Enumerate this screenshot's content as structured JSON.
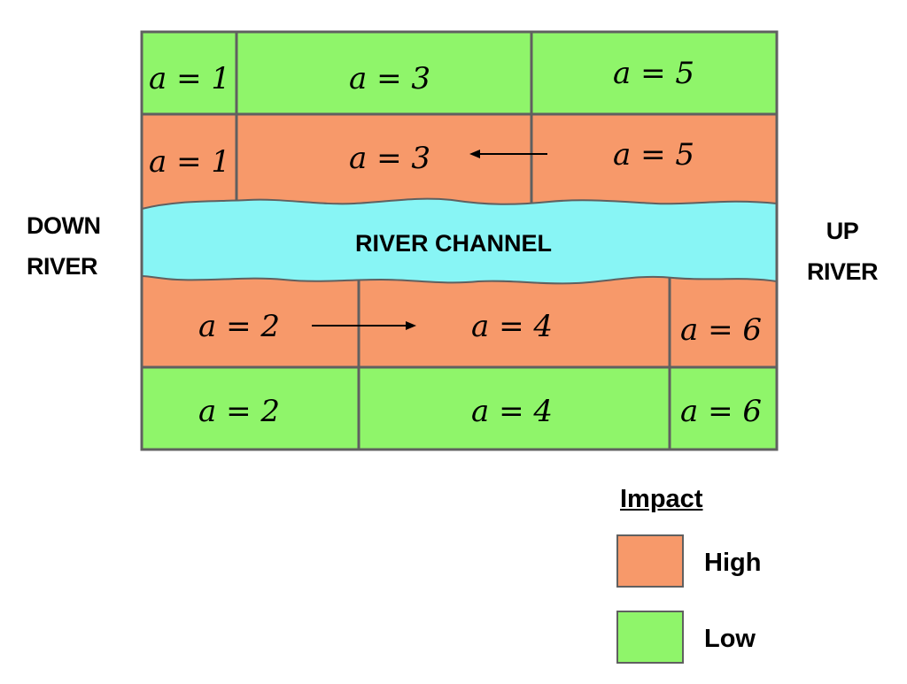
{
  "colors": {
    "high": "#f7996a",
    "low": "#8ff56a",
    "river": "#88f5f5",
    "border": "#606060"
  },
  "labels": {
    "down_river": [
      "DOWN",
      "RIVER"
    ],
    "up_river": [
      "UP",
      "RIVER"
    ],
    "river_channel": "RIVER CHANNEL"
  },
  "grid": {
    "top_low": [
      "a = 1",
      "a = 3",
      "a = 5"
    ],
    "top_high": [
      "a = 1",
      "a = 3",
      "a = 5"
    ],
    "bottom_high": [
      "a = 2",
      "a = 4",
      "a = 6"
    ],
    "bottom_low": [
      "a = 2",
      "a = 4",
      "a = 6"
    ]
  },
  "arrows": [
    {
      "row": "top_high",
      "direction": "left"
    },
    {
      "row": "bottom_high",
      "direction": "right"
    }
  ],
  "legend": {
    "title": "Impact",
    "items": [
      {
        "label": "High",
        "color_key": "high"
      },
      {
        "label": "Low",
        "color_key": "low"
      }
    ]
  }
}
